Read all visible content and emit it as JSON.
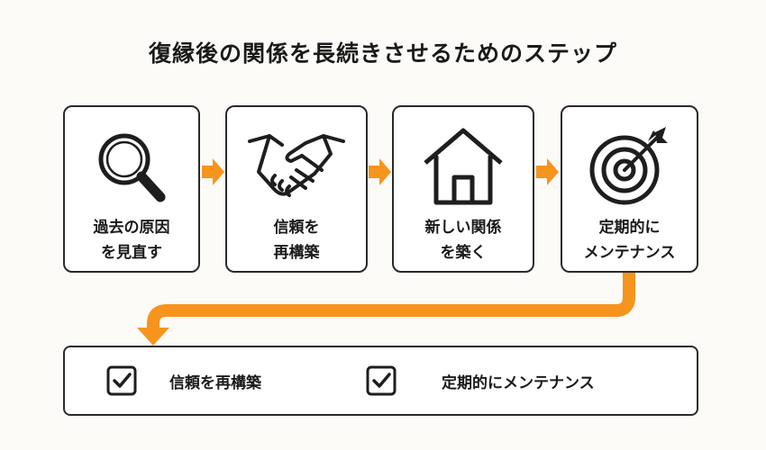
{
  "title": "復縁後の関係を長続きさせるためのステップ",
  "steps": [
    {
      "line1": "過去の原因",
      "line2": "を見直す",
      "icon": "magnifier-icon"
    },
    {
      "line1": "信頼を",
      "line2": "再構築",
      "icon": "handshake-icon"
    },
    {
      "line1": "新しい関係",
      "line2": "を築く",
      "icon": "house-icon"
    },
    {
      "line1": "定期的に",
      "line2": "メンテナンス",
      "icon": "target-icon"
    }
  ],
  "checklist": [
    {
      "label": "信頼を再構築",
      "icon": "checkbox-icon"
    },
    {
      "label": "定期的にメンテナンス",
      "icon": "checkbox-icon"
    }
  ],
  "colors": {
    "accent": "#f7941d",
    "border": "#2a2a2a",
    "background": "#fcfbf8"
  }
}
